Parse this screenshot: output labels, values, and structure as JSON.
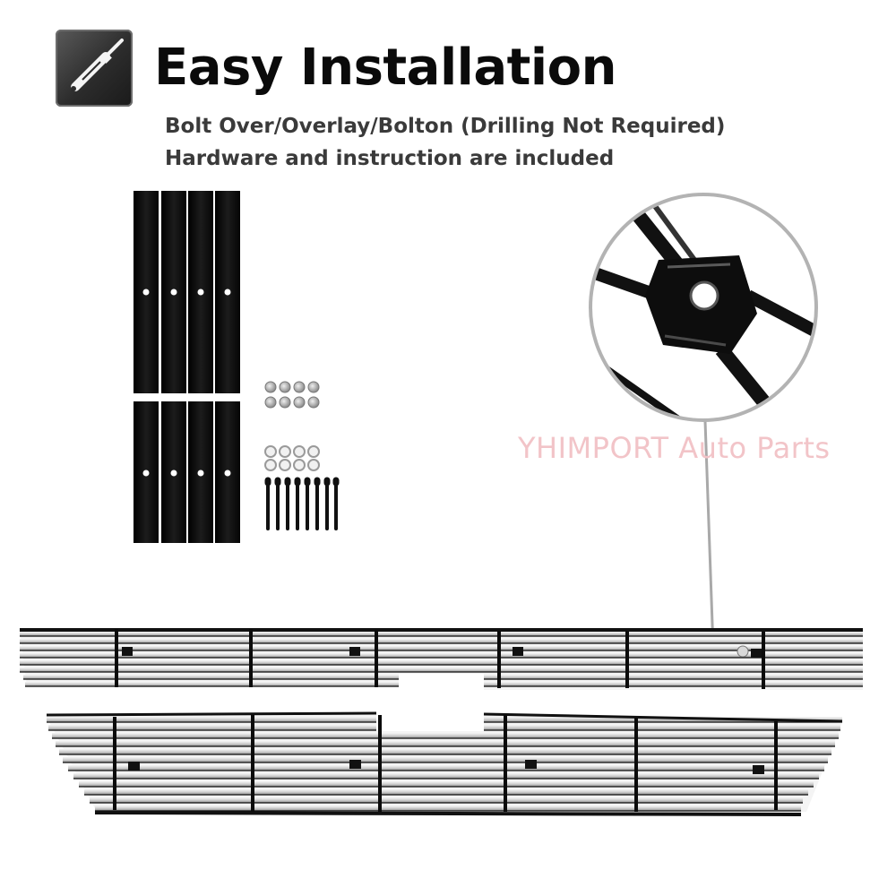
{
  "header": {
    "icon": "screwdriver-icon",
    "title": "Easy Installation",
    "subtitle_lines": [
      "Bolt Over/Overlay/Bolton (Drilling Not Required)",
      "Hardware and instruction are included"
    ]
  },
  "watermark": "YHIMPORT Auto Parts",
  "colors": {
    "icon_background": "#2c2c2c",
    "text": "#0a0a0a",
    "subtitle_text": "#3a3a3a",
    "watermark": "#f2c4c8",
    "bracket": "#0b0b0b",
    "grille_bar": "#d8d8d8"
  },
  "hardware": {
    "upper_brackets": 4,
    "lower_brackets": 4,
    "nuts": 8,
    "washers": 8,
    "bolts": 8
  }
}
